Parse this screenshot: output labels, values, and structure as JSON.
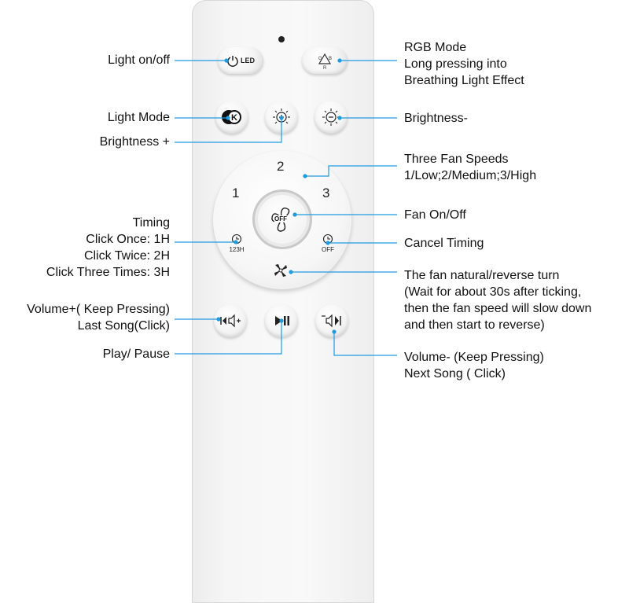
{
  "labels": {
    "light_onoff": "Light on/off",
    "light_mode": "Light Mode",
    "brightness_plus": "Brightness +",
    "timing": [
      "Timing",
      "Click Once: 1H",
      "Click Twice: 2H",
      "Click Three Times: 3H"
    ],
    "volume_plus": [
      "Volume+( Keep Pressing)",
      "Last Song(Click)"
    ],
    "play_pause": "Play/ Pause",
    "rgb_mode": [
      "RGB Mode",
      "Long pressing into",
      "Breathing Light Effect"
    ],
    "brightness_minus": "Brightness-",
    "fan_speeds": [
      "Three Fan Speeds",
      "1/Low;2/Medium;3/High"
    ],
    "fan_onoff": "Fan On/Off",
    "cancel_timing": "Cancel Timing",
    "fan_reverse": [
      "The fan natural/reverse turn",
      "(Wait for about 30s after ticking,",
      "then the fan speed will slow down",
      "and then start to reverse)"
    ],
    "volume_minus": [
      "Volume- (Keep Pressing)",
      "Next Song ( Click)"
    ]
  },
  "remote": {
    "led_text": "LED",
    "mode_k": "K",
    "rgb_letters": [
      "G",
      "B",
      "R"
    ],
    "speed_1": "1",
    "speed_2": "2",
    "speed_3": "3",
    "fan_off": "OFF",
    "timer_label": "123H",
    "cancel_label": "OFF"
  },
  "colors": {
    "callout": "#1f9be0",
    "text": "#111111"
  },
  "icons": [
    "power-icon",
    "rgb-recycle-icon",
    "mode-k-icon",
    "brightness-up-icon",
    "brightness-down-icon",
    "fan-icon",
    "timer-icon",
    "cancel-timer-icon",
    "fan-reverse-icon",
    "volume-up-icon",
    "play-pause-icon",
    "volume-down-icon"
  ]
}
